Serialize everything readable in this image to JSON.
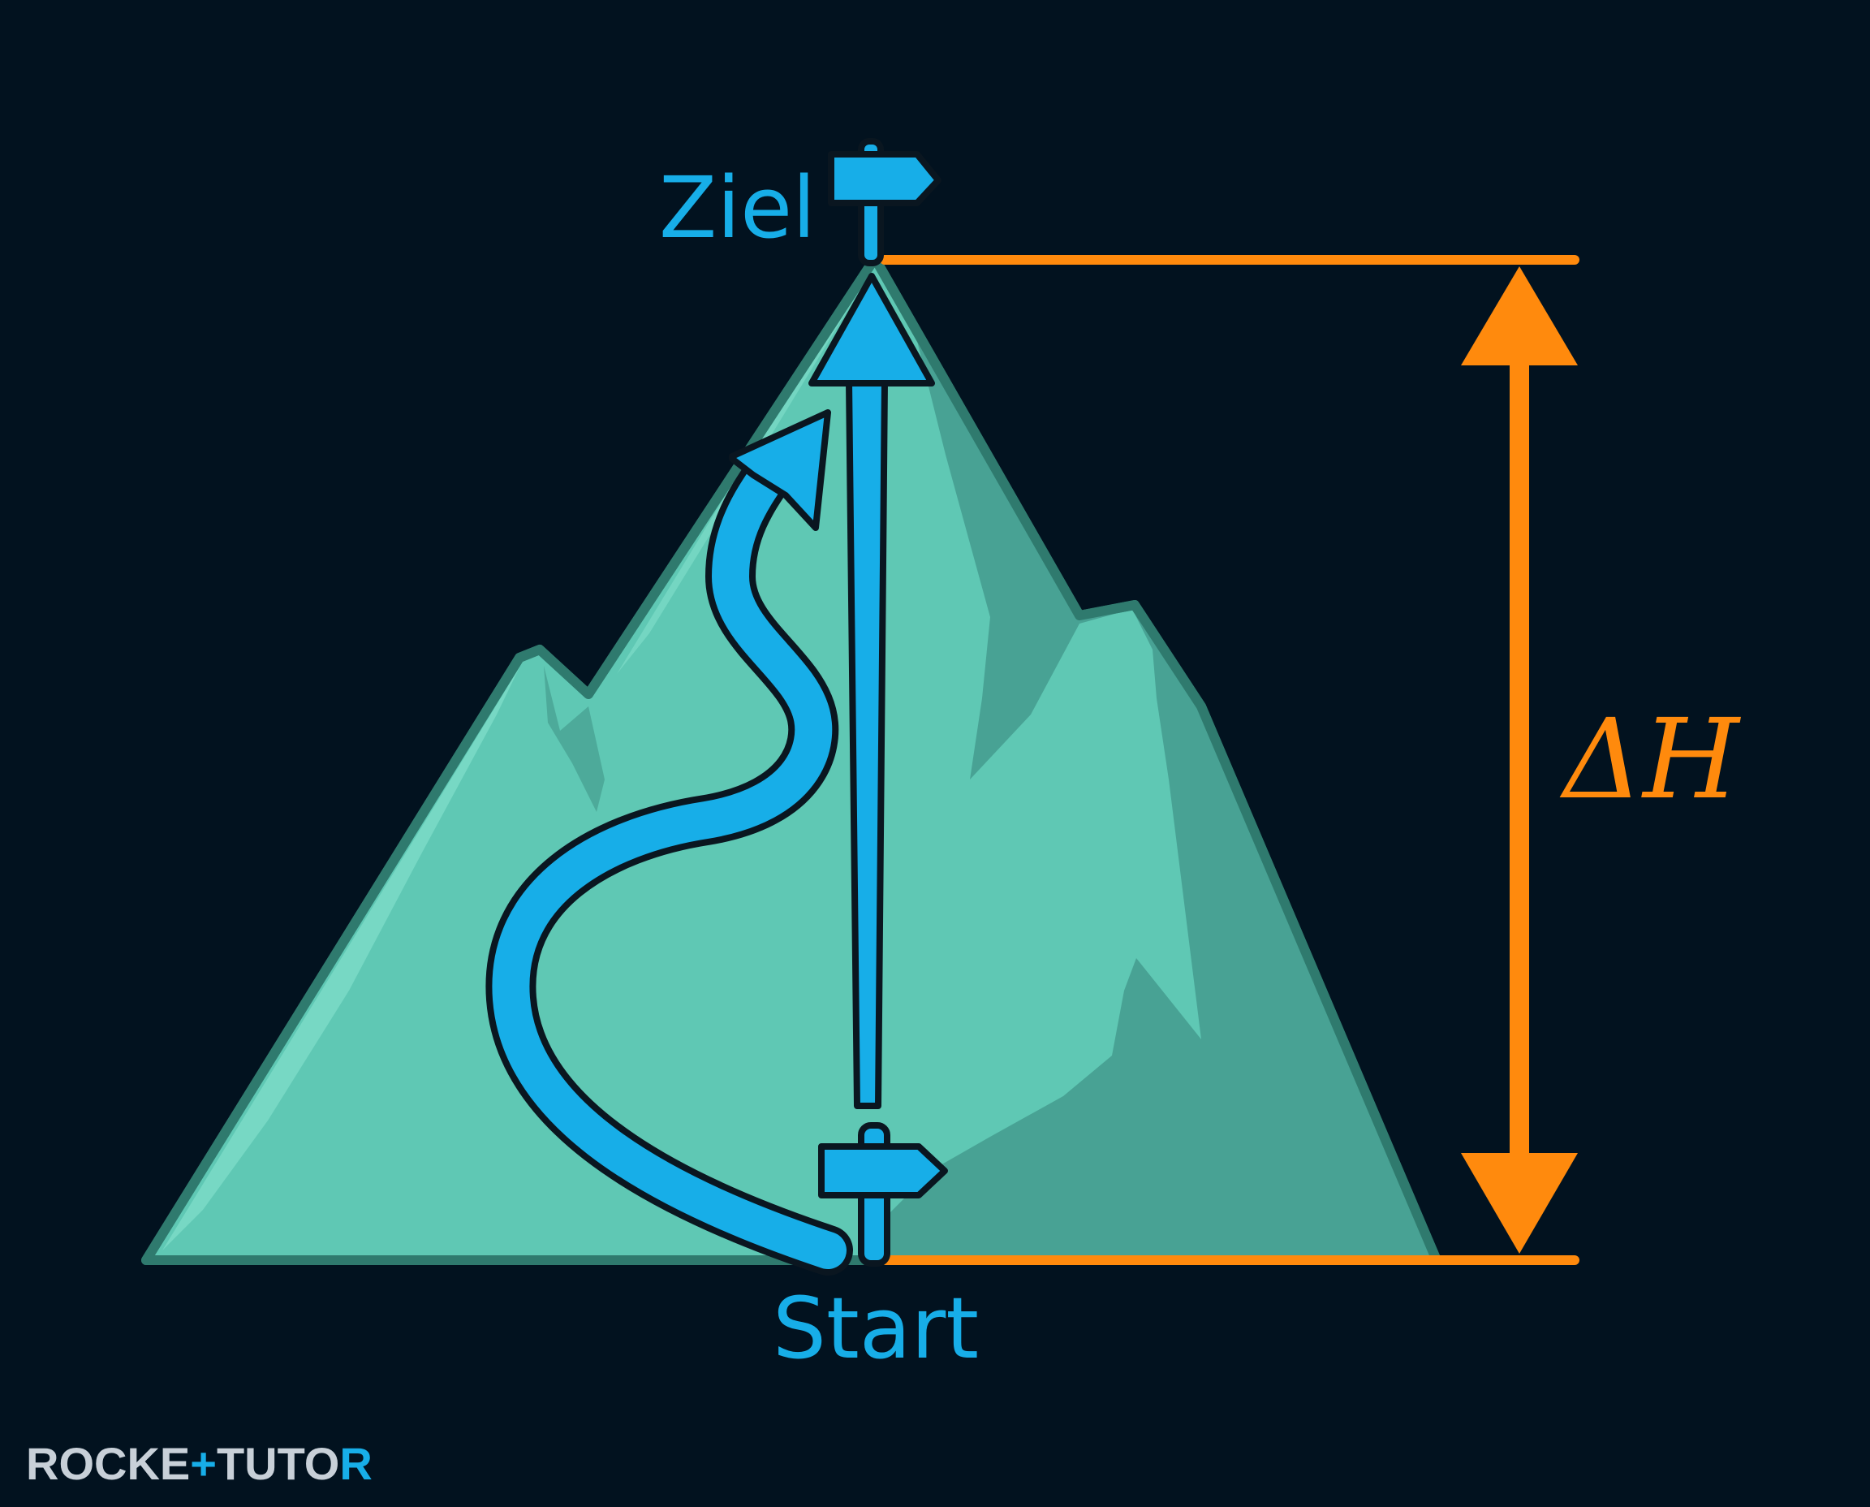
{
  "labels": {
    "goal": "Ziel",
    "start": "Start",
    "height_delta": "ΔH"
  },
  "logo": {
    "part1": "ROCKE",
    "part2": "TUTO",
    "part3": "R"
  },
  "colors": {
    "background": "#02121f",
    "mountain_light": "#5fc8b4",
    "mountain_shadow": "#48a294",
    "mountain_outline": "#2f7a6e",
    "path_blue": "#17aee8",
    "measure_orange": "#ff8a0d",
    "outline_dark": "#0a1620"
  },
  "icons": {
    "goal_marker": "signpost-icon",
    "start_marker": "signpost-icon",
    "direct_route": "straight-arrow-icon",
    "winding_route": "curved-arrow-icon",
    "height_measure": "double-arrow-icon"
  }
}
